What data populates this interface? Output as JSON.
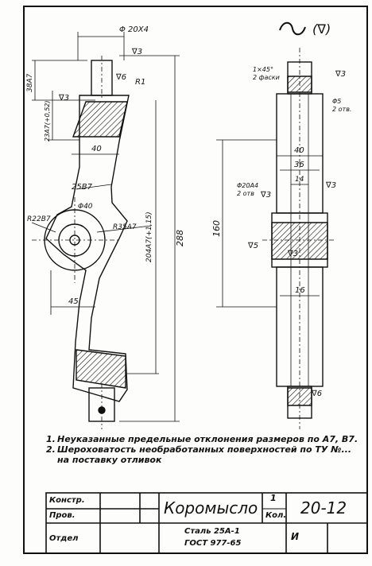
{
  "header": {
    "roughness_mark": "(∇)"
  },
  "drawing": {
    "dims_front": {
      "top_width": "Φ 20X4",
      "roughness_top": "∇3",
      "roughness_6": "∇6",
      "r1": "R1",
      "h_38": "38A7",
      "r3": "∇3",
      "h_23": "23A7(+0,52)",
      "w_40": "40",
      "total_288": "288",
      "h_204": "204A7(+1,15)",
      "a_25": "25B7",
      "hole_40": "Φ40",
      "r22": "R22B7",
      "r35": "R35A7",
      "w_45": "45"
    },
    "dims_side": {
      "chamfer": "1×45°",
      "chamfer_2": "2 фаски",
      "r3_top": "∇3",
      "hole5": "Φ5",
      "hole5_2": "2 отв.",
      "w40": "40",
      "w36": "36",
      "w14": "14",
      "r3_right": "∇3",
      "hole20": "Φ20A4",
      "hole20_2": "2 отв",
      "r3_a": "∇3",
      "h160": "160",
      "r5": "∇5",
      "r3_b": "∇3",
      "w16": "16",
      "r6_bottom": "∇6"
    }
  },
  "notes": [
    {
      "num": "1.",
      "text": "Неуказанные предельные отклонения размеров по А7, В7."
    },
    {
      "num": "2.",
      "text": "Шероховатость необработанных поверхностей по ТУ №... на поставку отливок"
    }
  ],
  "title_block": {
    "konstr": "Констр.",
    "prov": "Пров.",
    "otdel": "Отдел",
    "part_name": "Коромысло",
    "qty": "1",
    "qty_label": "Кол.",
    "code": "20-12",
    "material_1": "Сталь 25А-1",
    "material_2": "ГОСТ 977-65",
    "mark": "И"
  }
}
